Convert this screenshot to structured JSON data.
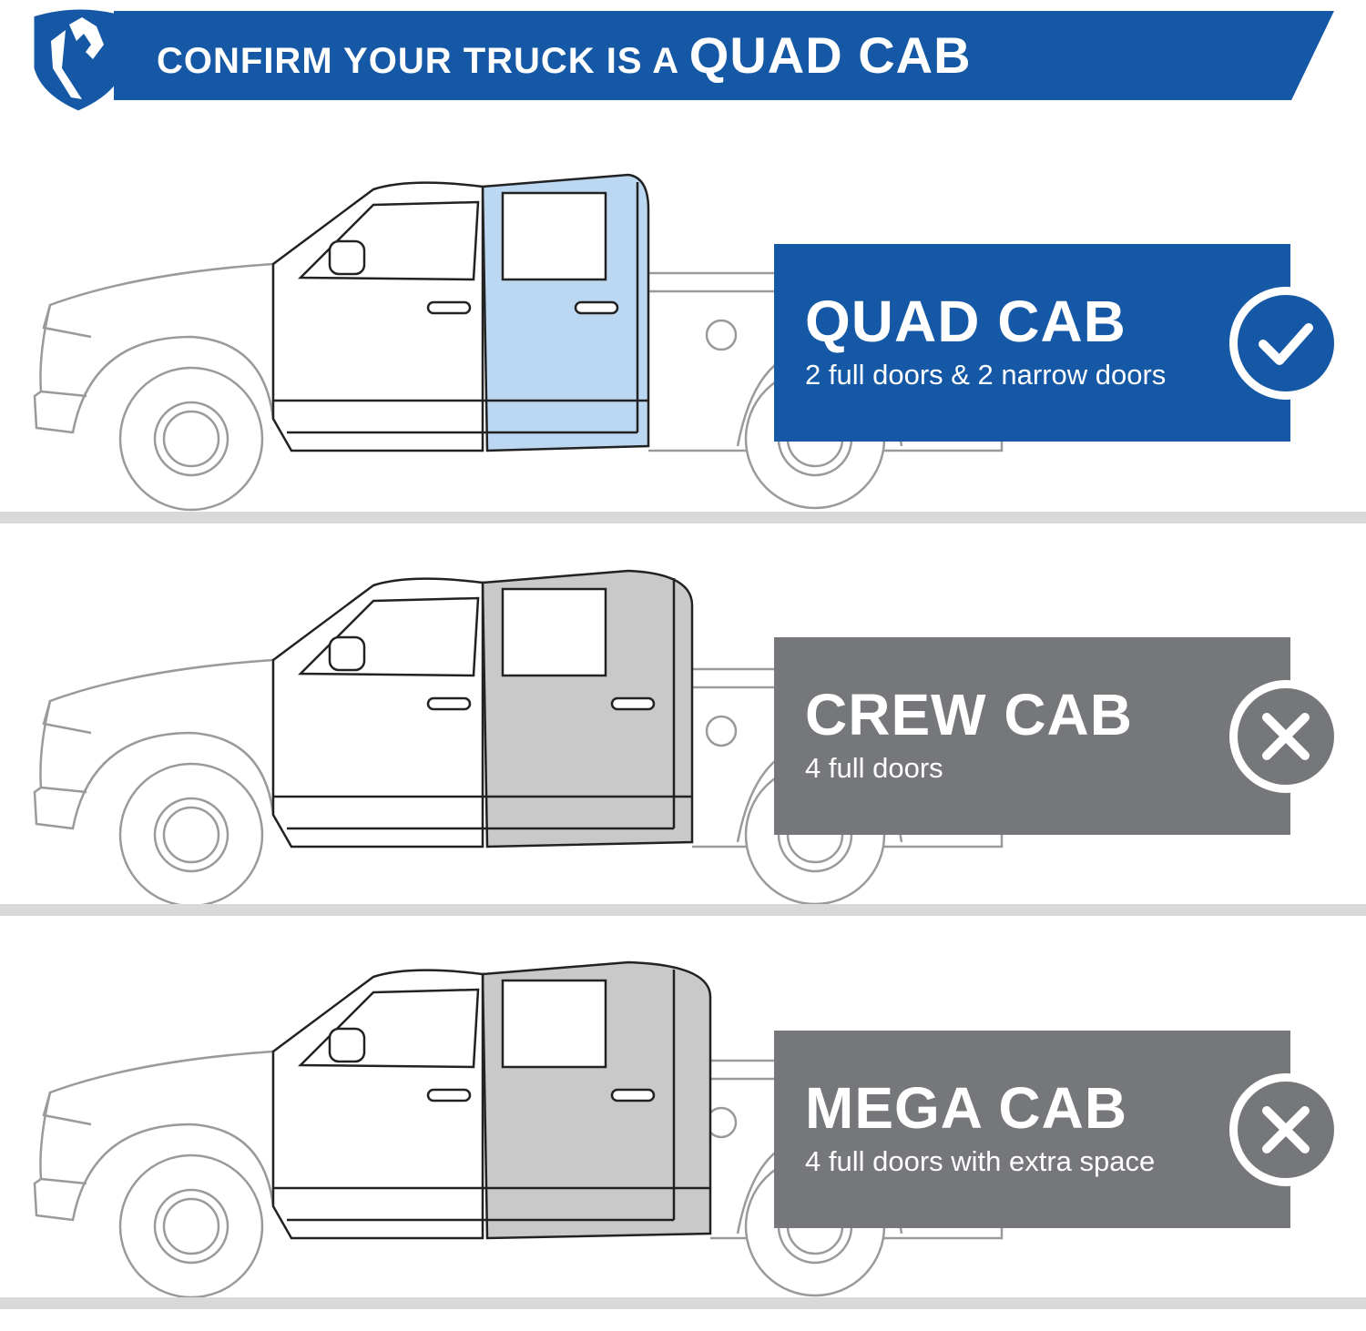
{
  "header": {
    "title_prefix": "CONFIRM YOUR TRUCK IS A",
    "title_emphasis": "QUAD CAB"
  },
  "colors": {
    "brand_blue": "#1558a6",
    "reject_gray": "#76777a",
    "quad_highlight": "#bcd7f2",
    "other_highlight": "#c9c9c9"
  },
  "options": [
    {
      "title": "QUAD CAB",
      "subtitle": "2 full doors & 2 narrow doors",
      "status_icon": "check-icon",
      "variant": "quad"
    },
    {
      "title": "CREW CAB",
      "subtitle": "4 full doors",
      "status_icon": "x-icon",
      "variant": "crew"
    },
    {
      "title": "MEGA CAB",
      "subtitle": "4 full doors with extra space",
      "status_icon": "x-icon",
      "variant": "mega"
    }
  ]
}
